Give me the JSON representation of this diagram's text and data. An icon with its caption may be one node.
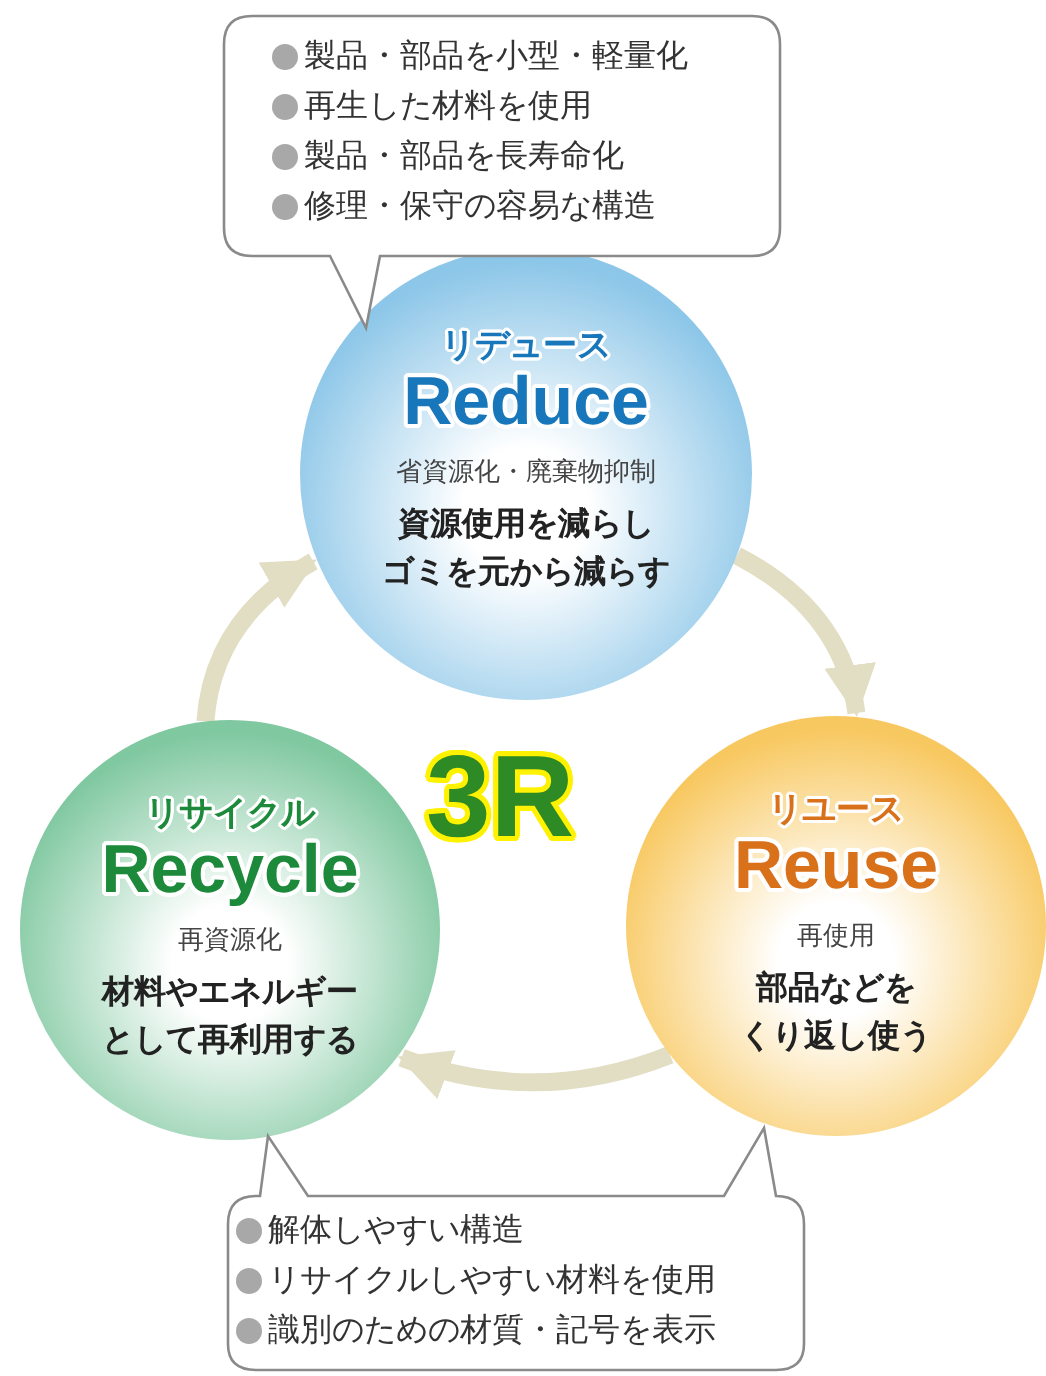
{
  "diagram": {
    "nodes": [
      {
        "text": [
          "製品・部品を小型・軽量化",
          "再生した材料を使用",
          "製品・部品を長寿命化",
          "修理・保守の容易な構造"
        ]
      },
      {
        "text": [
          "リデュース",
          "Reduce",
          "省資源化・廃棄物抑制",
          "資源使用を減らしゴミを元から減らす"
        ]
      },
      {
        "text": [
          "リユース",
          "Reuse",
          "再使用",
          "部品などをくり返し使う"
        ]
      },
      {
        "text": [
          "リサイクル",
          "Recycle",
          "再資源化",
          "材料やエネルギーとして再利用する"
        ]
      },
      {
        "text": [
          "解体しやすい構造",
          "リサイクルしやすい材料を使用",
          "識別のための材質・記号を表示"
        ]
      }
    ],
    "edges": [
      {
        "from": 1,
        "to": 2,
        "arrow": "to"
      },
      {
        "from": 2,
        "to": 3,
        "arrow": "to"
      },
      {
        "from": 3,
        "to": 1,
        "arrow": "to"
      }
    ],
    "labels": [
      "3R"
    ]
  }
}
